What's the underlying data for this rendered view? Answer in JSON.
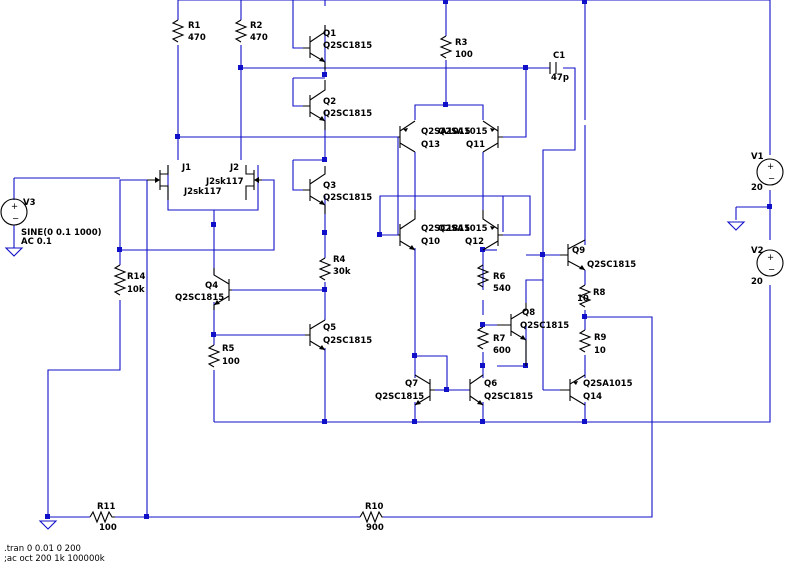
{
  "colors": {
    "wire": "#1010c8",
    "component": "#000000",
    "background": "#ffffff"
  },
  "components": {
    "R1": {
      "name": "R1",
      "value": "470"
    },
    "R2": {
      "name": "R2",
      "value": "470"
    },
    "R3": {
      "name": "R3",
      "value": "100"
    },
    "R4": {
      "name": "R4",
      "value": "30k"
    },
    "R5": {
      "name": "R5",
      "value": "100"
    },
    "R6": {
      "name": "R6",
      "value": "540"
    },
    "R7": {
      "name": "R7",
      "value": "600"
    },
    "R8": {
      "name": "R8",
      "value": "10"
    },
    "R9": {
      "name": "R9",
      "value": "10"
    },
    "R10": {
      "name": "R10",
      "value": "900"
    },
    "R11": {
      "name": "R11",
      "value": "100"
    },
    "R14": {
      "name": "R14",
      "value": "10k"
    },
    "C1": {
      "name": "C1",
      "value": "47p"
    },
    "V1": {
      "name": "V1",
      "value": "20"
    },
    "V2": {
      "name": "V2",
      "value": "20"
    },
    "V3": {
      "name": "V3",
      "value": "SINE(0 0.1 1000)",
      "value2": "AC 0.1"
    },
    "J1": {
      "name": "J1",
      "model": "J2sk117"
    },
    "J2": {
      "name": "J2",
      "model": "J2sk117"
    },
    "Q1": {
      "name": "Q1",
      "model": "Q2SC1815"
    },
    "Q2": {
      "name": "Q2",
      "model": "Q2SC1815"
    },
    "Q3": {
      "name": "Q3",
      "model": "Q2SC1815"
    },
    "Q4": {
      "name": "Q4",
      "model": "Q2SC1815"
    },
    "Q5": {
      "name": "Q5",
      "model": "Q2SC1815"
    },
    "Q6": {
      "name": "Q6",
      "model": "Q2SC1815"
    },
    "Q7": {
      "name": "Q7",
      "model": "Q2SC1815"
    },
    "Q8": {
      "name": "Q8",
      "model": "Q2SC1815"
    },
    "Q9": {
      "name": "Q9",
      "model": "Q2SC1815"
    },
    "Q10": {
      "name": "Q10",
      "model": "Q2SC1815"
    },
    "Q11": {
      "name": "Q11",
      "model": "Q2SA1015"
    },
    "Q12": {
      "name": "Q12",
      "model": "Q2SA1015"
    },
    "Q13": {
      "name": "Q13",
      "model": "Q2SA1015"
    },
    "Q14": {
      "name": "Q14",
      "model": "Q2SA1015"
    }
  },
  "directives": {
    "tran": ".tran 0 0.01 0 200",
    "ac": ";ac oct 200 1k 100000k"
  }
}
